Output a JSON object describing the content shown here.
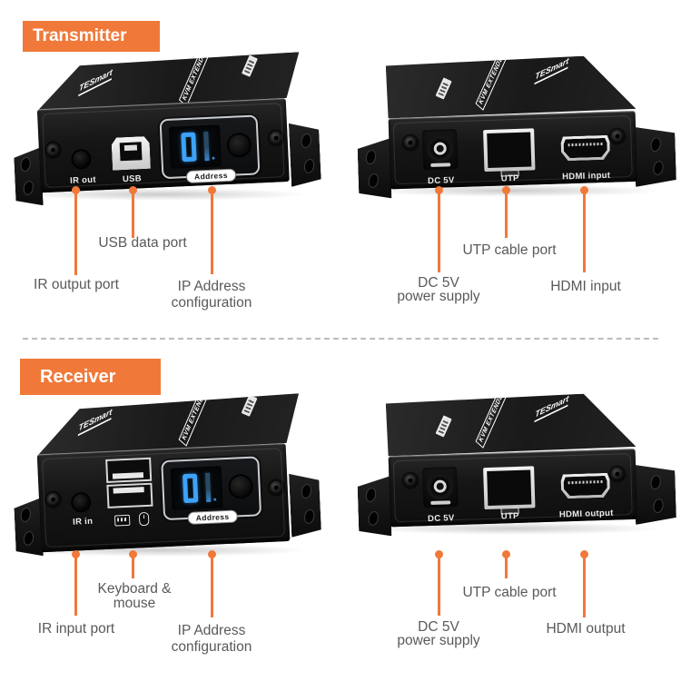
{
  "colors": {
    "accent": "#F0793A",
    "label_gray": "#58595B",
    "display_blue": "#3DA2F8",
    "badge_bg": "#F0793A"
  },
  "brand": {
    "logo": "TESmart",
    "top_print": "KVM EXTENDER"
  },
  "transmitter": {
    "badge": "Transmitter",
    "front_panel": {
      "ir_port_label": "IR out",
      "usb_port_label": "USB",
      "address_label": "Address",
      "display_value": "01"
    },
    "back_panel": {
      "dc_label": "DC 5V",
      "utp_label": "UTP",
      "hdmi_label": "HDMI input"
    },
    "annotations": {
      "ir": "IR output port",
      "usb": "USB data port",
      "ip_line1": "IP Address",
      "ip_line2": "configuration",
      "dc_line1": "DC 5V",
      "dc_line2": "power supply",
      "utp": "UTP cable port",
      "hdmi": "HDMI input"
    }
  },
  "receiver": {
    "badge": "Receiver",
    "front_panel": {
      "ir_port_label": "IR in",
      "address_label": "Address",
      "display_value": "01"
    },
    "back_panel": {
      "dc_label": "DC 5V",
      "utp_label": "UTP",
      "hdmi_label": "HDMI output"
    },
    "annotations": {
      "ir": "IR input port",
      "kb_line1": "Keyboard &",
      "kb_line2": "mouse",
      "ip_line1": "IP Address",
      "ip_line2": "configuration",
      "dc_line1": "DC 5V",
      "dc_line2": "power supply",
      "utp": "UTP cable port",
      "hdmi": "HDMI output"
    }
  }
}
